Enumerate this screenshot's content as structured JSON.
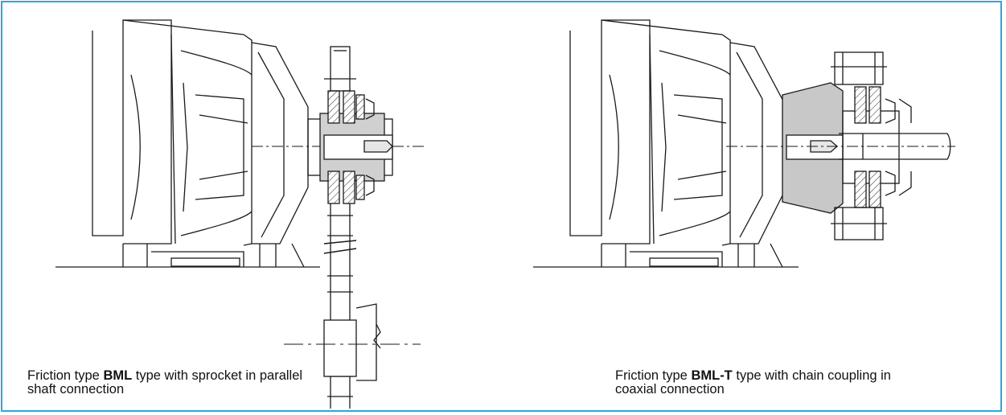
{
  "captions": {
    "left": {
      "prefix": "Friction type ",
      "model": "BML",
      "suffix": " type with sprocket in parallel shaft connection"
    },
    "right": {
      "prefix": "Friction type ",
      "model": "BML-T",
      "suffix": " type with chain coupling in coaxial connection"
    }
  },
  "colors": {
    "frame_border": "#2aa9df",
    "line": "#1a1a1a",
    "hatch_fill": "#c8c8c8"
  }
}
